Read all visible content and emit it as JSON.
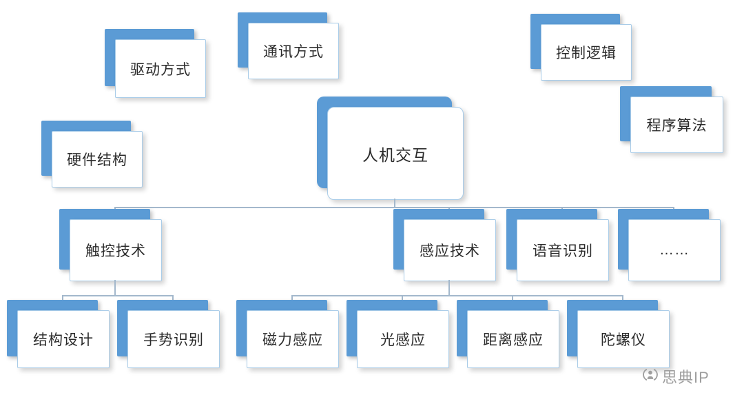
{
  "diagram": {
    "root": {
      "label": "人机交互"
    },
    "floating": [
      {
        "label": "驱动方式"
      },
      {
        "label": "通讯方式"
      },
      {
        "label": "控制逻辑"
      },
      {
        "label": "程序算法"
      },
      {
        "label": "硬件结构"
      }
    ],
    "level1": [
      {
        "label": "触控技术"
      },
      {
        "label": "感应技术"
      },
      {
        "label": "语音识别"
      },
      {
        "label": "……"
      }
    ],
    "touch_children": [
      {
        "label": "结构设计"
      },
      {
        "label": "手势识别"
      }
    ],
    "sensing_children": [
      {
        "label": "磁力感应"
      },
      {
        "label": "光感应"
      },
      {
        "label": "距离感应"
      },
      {
        "label": "陀螺仪"
      }
    ],
    "watermark": {
      "label": "思典IP"
    },
    "colors": {
      "accent_blue": "#5B9BD5",
      "face_border": "#A9CCE8",
      "connector_line": "#A3B8CC",
      "text": "#2B2B2B",
      "watermark": "#9E9E9E",
      "background": "#FFFFFF"
    }
  }
}
